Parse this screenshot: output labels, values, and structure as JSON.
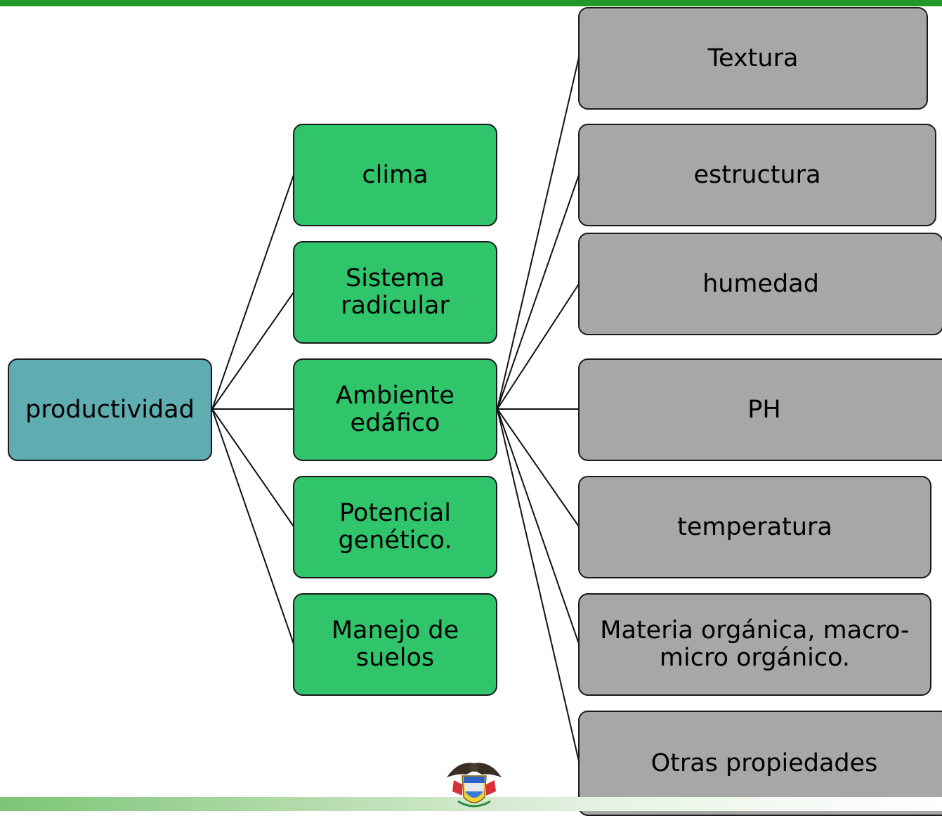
{
  "root": {
    "label": "productividad"
  },
  "factors": [
    {
      "label": "clima"
    },
    {
      "label": "Sistema\nradicular"
    },
    {
      "label": "Ambiente\nedáfico"
    },
    {
      "label": "Potencial\ngenético."
    },
    {
      "label": "Manejo de\nsuelos"
    }
  ],
  "soil_properties": [
    {
      "label": "Textura"
    },
    {
      "label": "estructura"
    },
    {
      "label": "humedad"
    },
    {
      "label": "PH"
    },
    {
      "label": "temperatura"
    },
    {
      "label": "Materia orgánica, macro-\nmicro orgánico."
    },
    {
      "label": "Otras propiedades"
    }
  ],
  "colors": {
    "top_bar": "#1f9a2a",
    "root_fill": "#5fadb1",
    "factor_fill": "#30c56b",
    "property_fill": "#a7a7a7"
  },
  "emblem": {
    "icon": "colombia-coat-of-arms-icon"
  }
}
